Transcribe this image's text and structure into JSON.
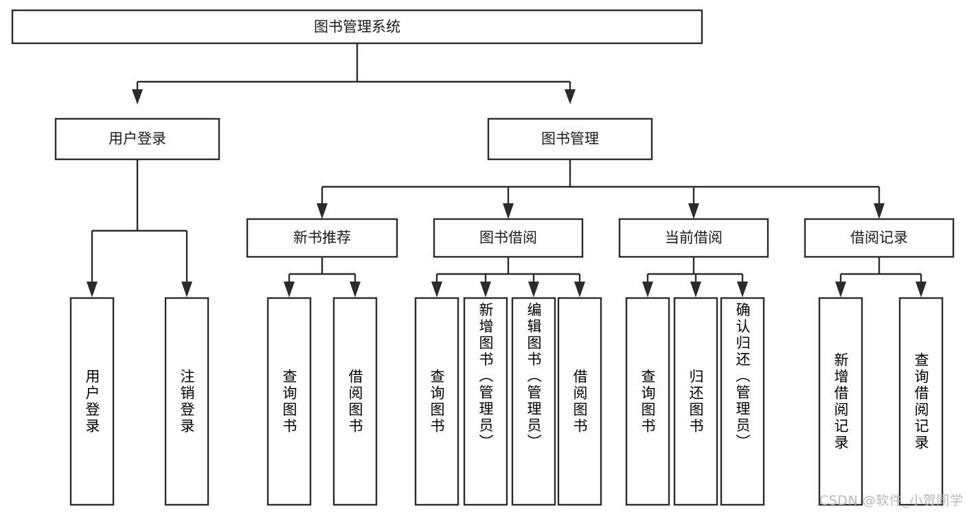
{
  "diagram": {
    "type": "tree-hierarchy",
    "title": "图书管理系统",
    "root": {
      "id": "root",
      "label": "图书管理系统",
      "level": 0
    },
    "level1": [
      {
        "id": "user-login",
        "label": "用户登录"
      },
      {
        "id": "book-management",
        "label": "图书管理"
      }
    ],
    "level2": [
      {
        "id": "new-book-recommend",
        "label": "新书推荐",
        "parent": "book-management"
      },
      {
        "id": "book-borrow",
        "label": "图书借阅",
        "parent": "book-management"
      },
      {
        "id": "current-borrow",
        "label": "当前借阅",
        "parent": "book-management"
      },
      {
        "id": "borrow-record",
        "label": "借阅记录",
        "parent": "book-management"
      }
    ],
    "leaves": {
      "user-login": [
        {
          "id": "leaf-user-login",
          "label": "用户登录"
        },
        {
          "id": "leaf-logout",
          "label": "注销登录"
        }
      ],
      "new-book-recommend": [
        {
          "id": "leaf-query-book-1",
          "label": "查询图书"
        },
        {
          "id": "leaf-borrow-book-1",
          "label": "借阅图书"
        }
      ],
      "book-borrow": [
        {
          "id": "leaf-query-book-2",
          "label": "查询图书"
        },
        {
          "id": "leaf-add-book",
          "label": "新增图书（管理员）"
        },
        {
          "id": "leaf-edit-book",
          "label": "编辑图书（管理员）"
        },
        {
          "id": "leaf-borrow-book-2",
          "label": "借阅图书"
        }
      ],
      "current-borrow": [
        {
          "id": "leaf-query-book-3",
          "label": "查询图书"
        },
        {
          "id": "leaf-return-book",
          "label": "归还图书"
        },
        {
          "id": "leaf-confirm-return",
          "label": "确认归还（管理员）"
        }
      ],
      "borrow-record": [
        {
          "id": "leaf-add-record",
          "label": "新增借阅记录"
        },
        {
          "id": "leaf-query-record",
          "label": "查询借阅记录"
        }
      ]
    },
    "colors": {
      "stroke": "#2b2b2b",
      "fill": "#ffffff",
      "text": "#1a1a1a",
      "watermark": "#b9b9b9",
      "background": "#ffffff"
    }
  },
  "watermark": {
    "text": "CSDN @软件_小贺同学"
  }
}
